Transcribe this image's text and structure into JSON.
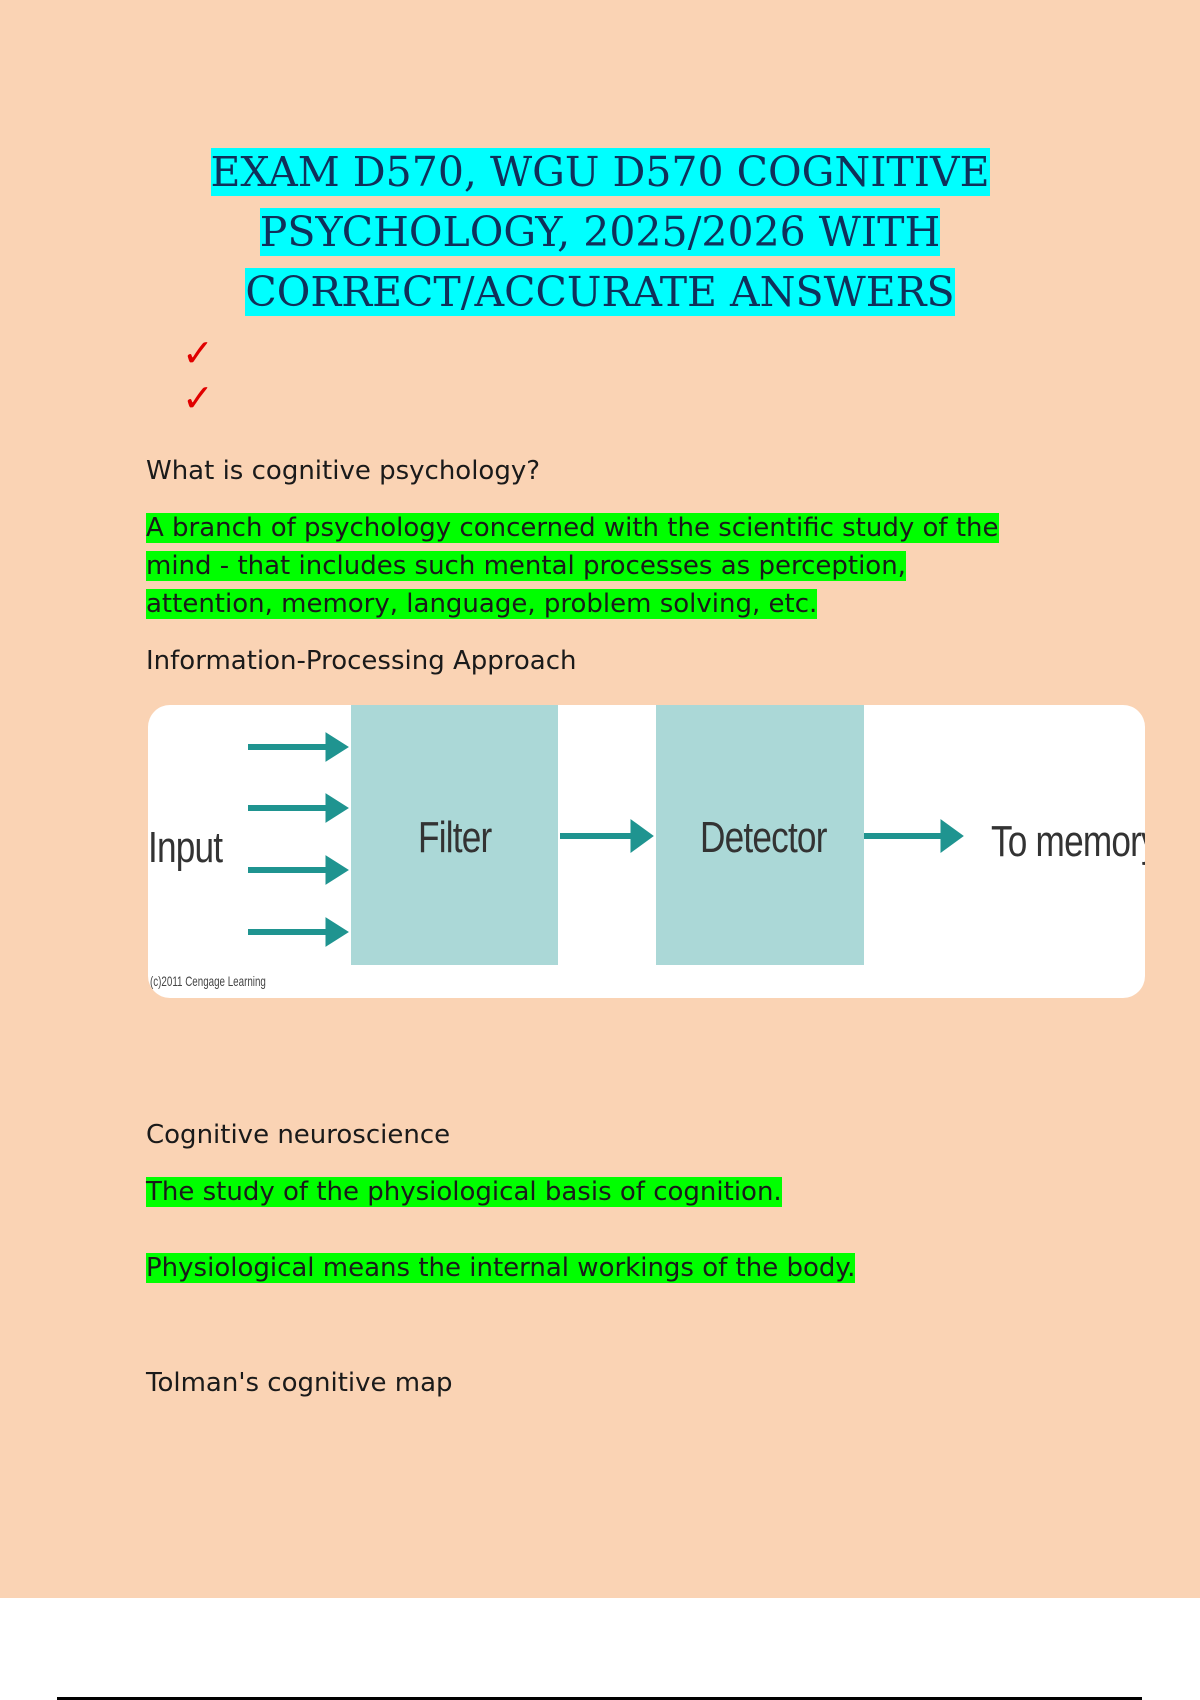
{
  "title": {
    "lines": [
      "EXAM D570, WGU D570 COGNITIVE",
      "PSYCHOLOGY, 2025/2026 WITH",
      "CORRECT/ACCURATE ANSWERS"
    ]
  },
  "checkmarks": [
    "✓",
    "✓"
  ],
  "q1": {
    "question": "What is cognitive psychology?",
    "answer_lines": [
      "A branch of psychology concerned with the scientific study of the",
      "mind - that includes such mental processes as perception,",
      "attention, memory, language, problem solving, etc."
    ]
  },
  "q2": {
    "question": "Information-Processing Approach"
  },
  "diagram": {
    "input": "Input",
    "filter": "Filter",
    "detector": "Detector",
    "output": "To memory",
    "credit": "(c)2011 Cengage Learning",
    "colors": {
      "box": "#abd8d7",
      "arrow": "#1f9490"
    }
  },
  "q3": {
    "question": "Cognitive neuroscience",
    "answer1": "The study of the physiological basis of cognition.",
    "answer2": "Physiological means the internal workings of the body."
  },
  "q4": {
    "question": "Tolman's cognitive map"
  },
  "colors": {
    "page": "#fad3b4",
    "title_highlight": "#00ffff",
    "answer_highlight": "#00ff00",
    "check": "#e00000"
  }
}
